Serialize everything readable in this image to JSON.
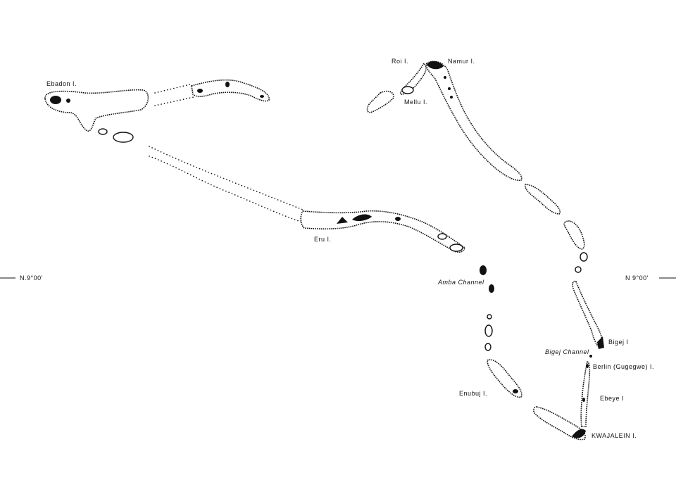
{
  "labels": {
    "ebadon": "Ebadon I.",
    "roi": "Roi I.",
    "namur": "Namur I.",
    "mellu": "Mellu I.",
    "eru": "Eru I.",
    "amba_channel": "Amba Channel",
    "bigej": "Bigej I",
    "bigej_channel": "Bigej Channel",
    "berlin": "Berlin (Gugegwe) I.",
    "ebeye": "Ebeye I",
    "enubuj": "Enubuj I.",
    "kwajalein": "KWAJALEIN I."
  },
  "latitude": {
    "left": "N.9°00'",
    "right": "N 9°00'"
  },
  "colors": {
    "ink": "#111111",
    "paper": "#ffffff"
  }
}
